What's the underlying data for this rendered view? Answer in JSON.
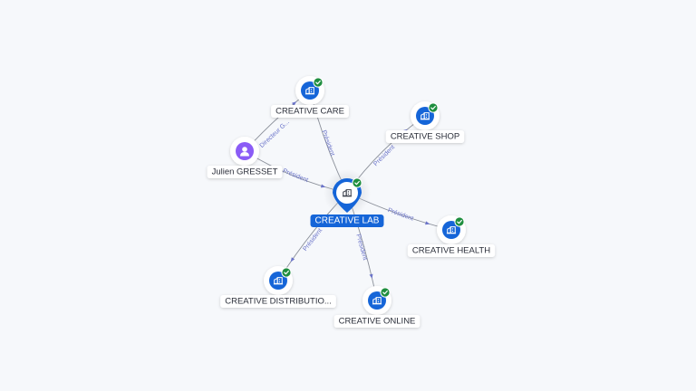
{
  "colors": {
    "background": "#f6f8fb",
    "company": "#1565d8",
    "person": "#8b5cf6",
    "check": "#1e8e3e",
    "edge": "#8a8f99",
    "edge_label": "#6b74c9",
    "label_bg": "#ffffff",
    "label_text": "#2b2f3a",
    "center_label_bg": "#1565d8"
  },
  "icons": {
    "company": "company-building-icon",
    "person": "person-icon",
    "verified": "check-badge-icon"
  },
  "center": {
    "id": "center",
    "label": "CREATIVE LAB",
    "type": "company"
  },
  "nodes": [
    {
      "id": "care",
      "label": "CREATIVE CARE",
      "type": "company",
      "verified": true
    },
    {
      "id": "shop",
      "label": "CREATIVE SHOP",
      "type": "company",
      "verified": true
    },
    {
      "id": "julien",
      "label": "Julien GRESSET",
      "type": "person",
      "verified": false
    },
    {
      "id": "health",
      "label": "CREATIVE HEALTH",
      "type": "company",
      "verified": true
    },
    {
      "id": "distrib",
      "label": "CREATIVE DISTRIBUTIO...",
      "type": "company",
      "verified": true
    },
    {
      "id": "online",
      "label": "CREATIVE ONLINE",
      "type": "company",
      "verified": true
    }
  ],
  "edges": [
    {
      "from": "center",
      "to": "care",
      "label": "Président"
    },
    {
      "from": "center",
      "to": "shop",
      "label": "Président"
    },
    {
      "from": "julien",
      "to": "center",
      "label": "Président"
    },
    {
      "from": "center",
      "to": "health",
      "label": "Président"
    },
    {
      "from": "center",
      "to": "distrib",
      "label": "Président"
    },
    {
      "from": "center",
      "to": "online",
      "label": "Président"
    },
    {
      "from": "julien",
      "to": "care",
      "label": "Directeur G..."
    }
  ]
}
